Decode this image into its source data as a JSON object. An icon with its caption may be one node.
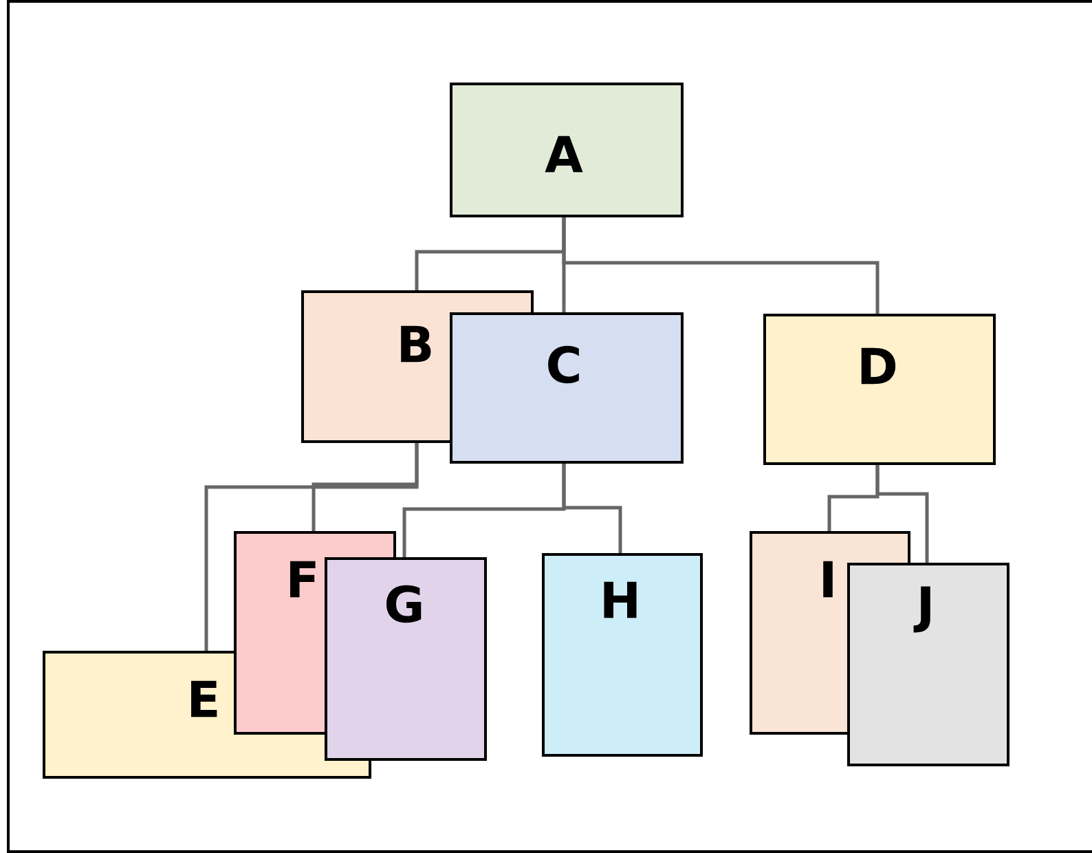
{
  "diagram": {
    "nodes": [
      {
        "text": [
          "A"
        ]
      },
      {
        "text": [
          "B"
        ]
      },
      {
        "text": [
          "C"
        ]
      },
      {
        "text": [
          "D"
        ]
      },
      {
        "text": [
          "E"
        ]
      },
      {
        "text": [
          "F"
        ]
      },
      {
        "text": [
          "G"
        ]
      },
      {
        "text": [
          "H"
        ]
      },
      {
        "text": [
          "I"
        ]
      },
      {
        "text": [
          "J"
        ]
      }
    ],
    "edges": [
      {
        "from": 0,
        "to": 1,
        "arrow": "none"
      },
      {
        "from": 0,
        "to": 2,
        "arrow": "none"
      },
      {
        "from": 0,
        "to": 3,
        "arrow": "none"
      },
      {
        "from": 1,
        "to": 4,
        "arrow": "none"
      },
      {
        "from": 1,
        "to": 5,
        "arrow": "none"
      },
      {
        "from": 2,
        "to": 6,
        "arrow": "none"
      },
      {
        "from": 2,
        "to": 7,
        "arrow": "none"
      },
      {
        "from": 3,
        "to": 8,
        "arrow": "none"
      },
      {
        "from": 3,
        "to": 9,
        "arrow": "none"
      }
    ]
  }
}
